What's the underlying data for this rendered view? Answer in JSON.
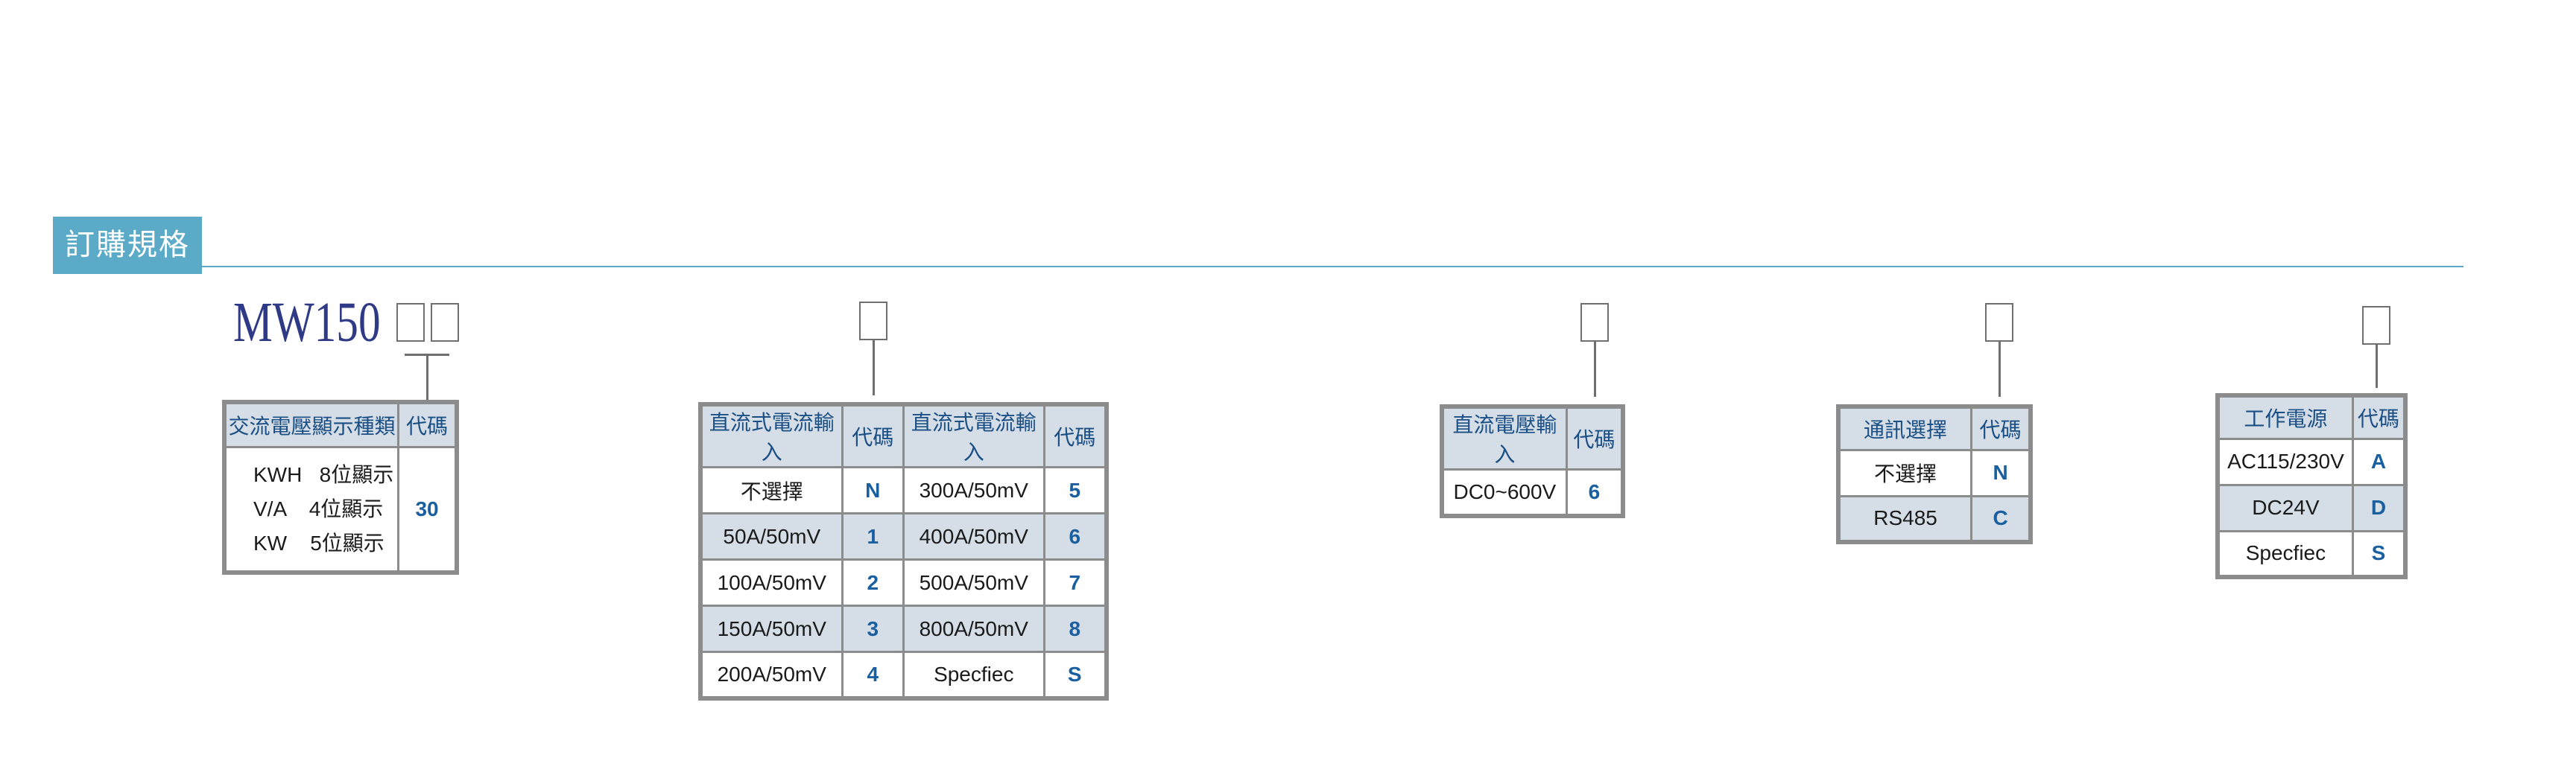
{
  "section": {
    "title": "訂購規格"
  },
  "model": "MW150",
  "display_table": {
    "headers": [
      "交流電壓顯示種類",
      "代碼"
    ],
    "lines": [
      "KWH   8位顯示",
      "V/A    4位顯示",
      "KW    5位顯示"
    ],
    "code": "30"
  },
  "current_table": {
    "headers": [
      "直流式電流輸入",
      "代碼",
      "直流式電流輸入",
      "代碼"
    ],
    "rows": [
      [
        "不選擇",
        "N",
        "300A/50mV",
        "5"
      ],
      [
        "50A/50mV",
        "1",
        "400A/50mV",
        "6"
      ],
      [
        "100A/50mV",
        "2",
        "500A/50mV",
        "7"
      ],
      [
        "150A/50mV",
        "3",
        "800A/50mV",
        "8"
      ],
      [
        "200A/50mV",
        "4",
        "Specfiec",
        "S"
      ]
    ]
  },
  "voltage_table": {
    "headers": [
      "直流電壓輸入",
      "代碼"
    ],
    "rows": [
      [
        "DC0~600V",
        "6"
      ]
    ]
  },
  "comm_table": {
    "headers": [
      "通訊選擇",
      "代碼"
    ],
    "rows": [
      [
        "不選擇",
        "N"
      ],
      [
        "RS485",
        "C"
      ]
    ]
  },
  "power_table": {
    "headers": [
      "工作電源",
      "代碼"
    ],
    "rows": [
      [
        "AC115/230V",
        "A"
      ],
      [
        "DC24V",
        "D"
      ],
      [
        "Specfiec",
        "S"
      ]
    ]
  },
  "colors": {
    "accent": "#5aaac8",
    "header_bg": "#d5dde6",
    "code_text": "#1a5fa0",
    "border": "#8c8c8c",
    "model_text": "#2f3a86"
  }
}
